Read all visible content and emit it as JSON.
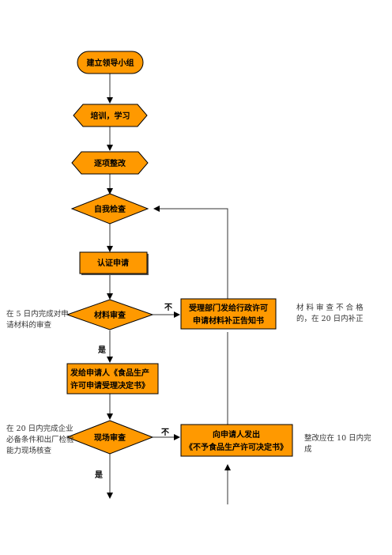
{
  "colors": {
    "fill": "#FF9900",
    "stroke": "#000000",
    "line": "#333333"
  },
  "nodes": {
    "leadership": "建立领导小组",
    "training": "培训，学习",
    "rectification": "逐项整改",
    "self_check": "自我检查",
    "cert_apply": "认证申请",
    "material_review": "材料审查",
    "notice_line1": "受理部门发给行政许可",
    "notice_line2": "申请材料补正告知书",
    "accept_line1": "发给申请人《食品生产",
    "accept_line2": "许可申请受理决定书》",
    "site_review": "现场审查",
    "reject_line1": "向申请人发出",
    "reject_line2": "《不予食品生产许可决定书》"
  },
  "edges": {
    "no_1": "不",
    "yes_1": "是",
    "no_2": "不",
    "yes_2": "是"
  },
  "notes": {
    "review_5days": "在 5 日内完成对申请材料的审查",
    "fail_20days": "材 料 审 查 不 合 格的，在 20 日内补正",
    "site_20days": "在 20 日内完成企业必备条件和出厂检验能力现场核查",
    "fix_10days": "整改应在 10 日内完成"
  }
}
